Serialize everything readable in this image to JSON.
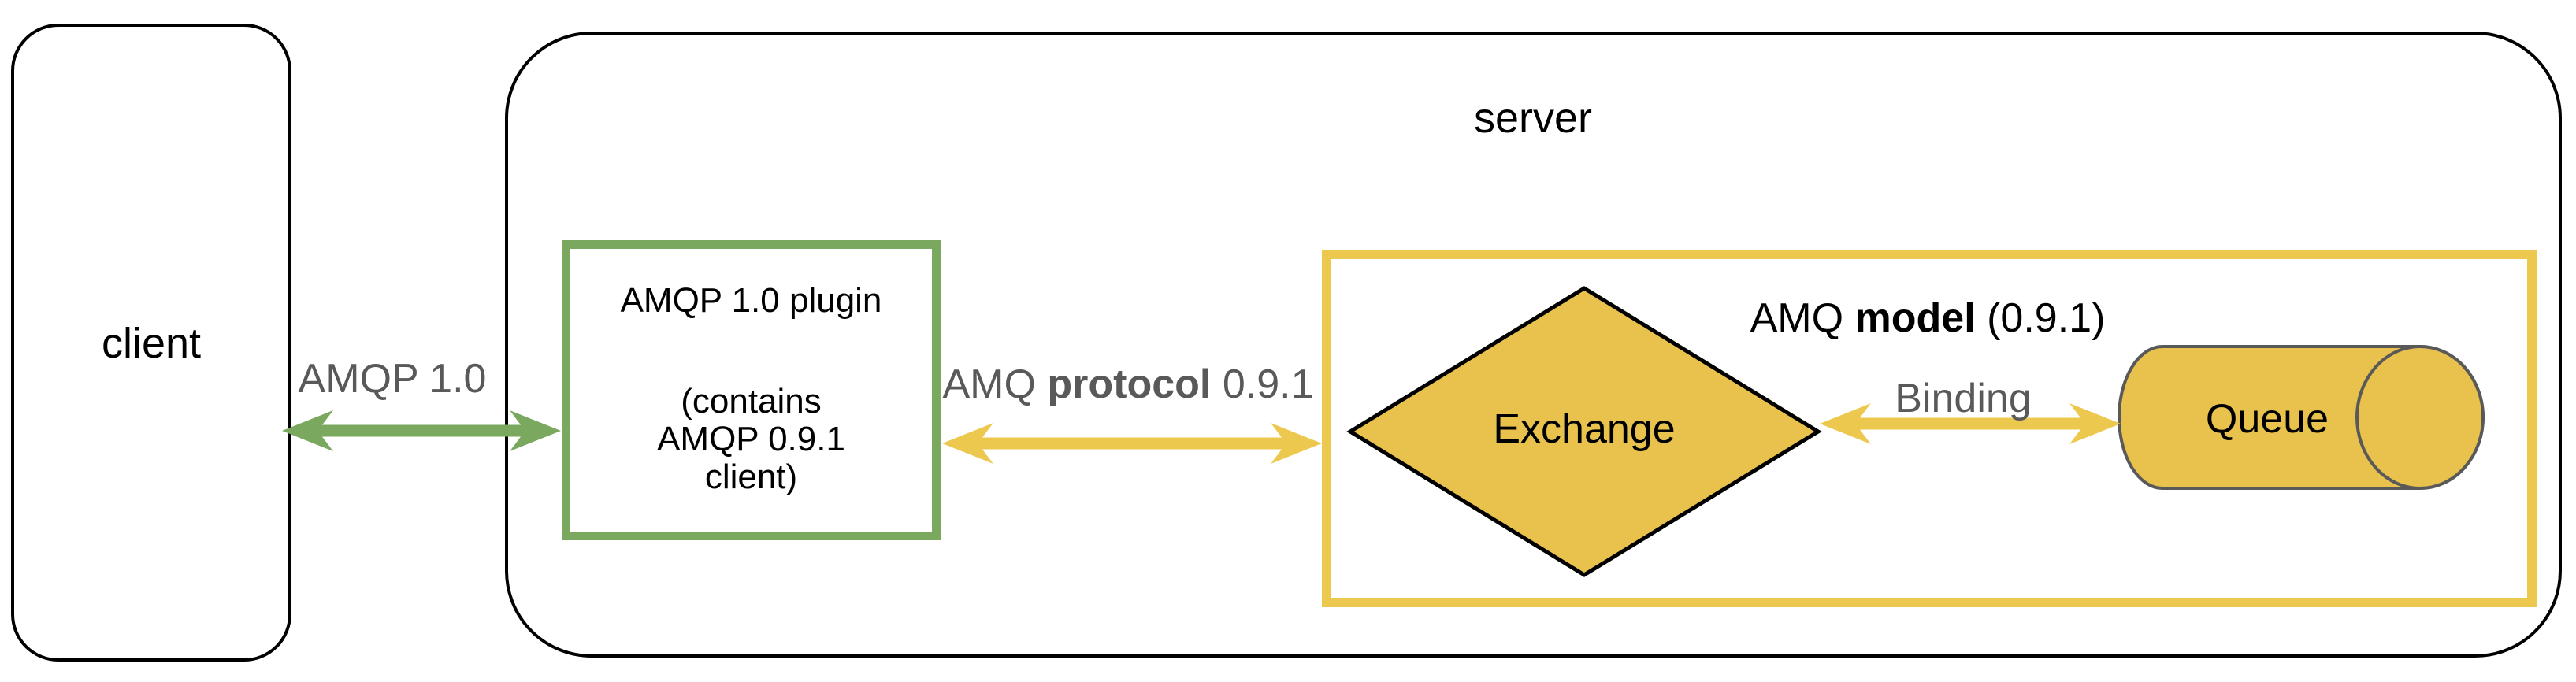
{
  "diagram": {
    "client": {
      "label": "client"
    },
    "server": {
      "label": "server"
    },
    "plugin_box": {
      "line1": "AMQP 1.0 plugin",
      "line2": "(contains",
      "line3": "AMQP 0.9.1",
      "line4": "client)"
    },
    "arrows": {
      "amqp10": {
        "label": "AMQP 1.0"
      },
      "amq_protocol": {
        "pre": "AMQ ",
        "bold": "protocol",
        "post": " 0.9.1"
      },
      "binding": {
        "label": "Binding"
      }
    },
    "model_box": {
      "title_pre": "AMQ ",
      "title_bold": "model",
      "title_post": " (0.9.1)"
    },
    "exchange": {
      "label": "Exchange"
    },
    "queue": {
      "label": "Queue"
    },
    "colors": {
      "green": "#7aa85e",
      "yellow": "#edc84f",
      "shape_fill": "#e9c24d",
      "gray_text": "#595959",
      "black_stroke": "#000000",
      "cylinder_stroke": "#595959"
    }
  }
}
